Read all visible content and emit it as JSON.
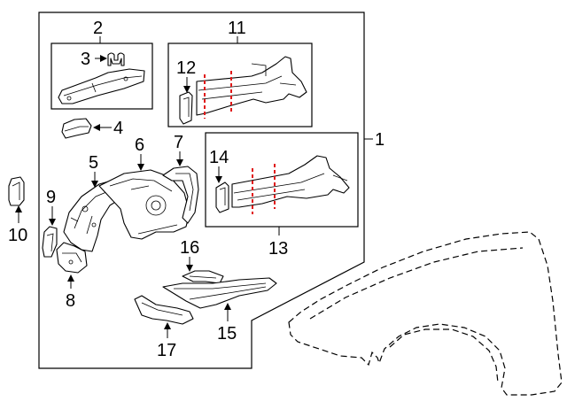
{
  "callouts": {
    "c1": "1",
    "c2": "2",
    "c3": "3",
    "c4": "4",
    "c5": "5",
    "c6": "6",
    "c7": "7",
    "c8": "8",
    "c9": "9",
    "c10": "10",
    "c11": "11",
    "c12": "12",
    "c13": "13",
    "c14": "14",
    "c15": "15",
    "c16": "16",
    "c17": "17"
  },
  "colors": {
    "line": "#000000",
    "cut_line": "#e01818",
    "background": "#ffffff"
  }
}
